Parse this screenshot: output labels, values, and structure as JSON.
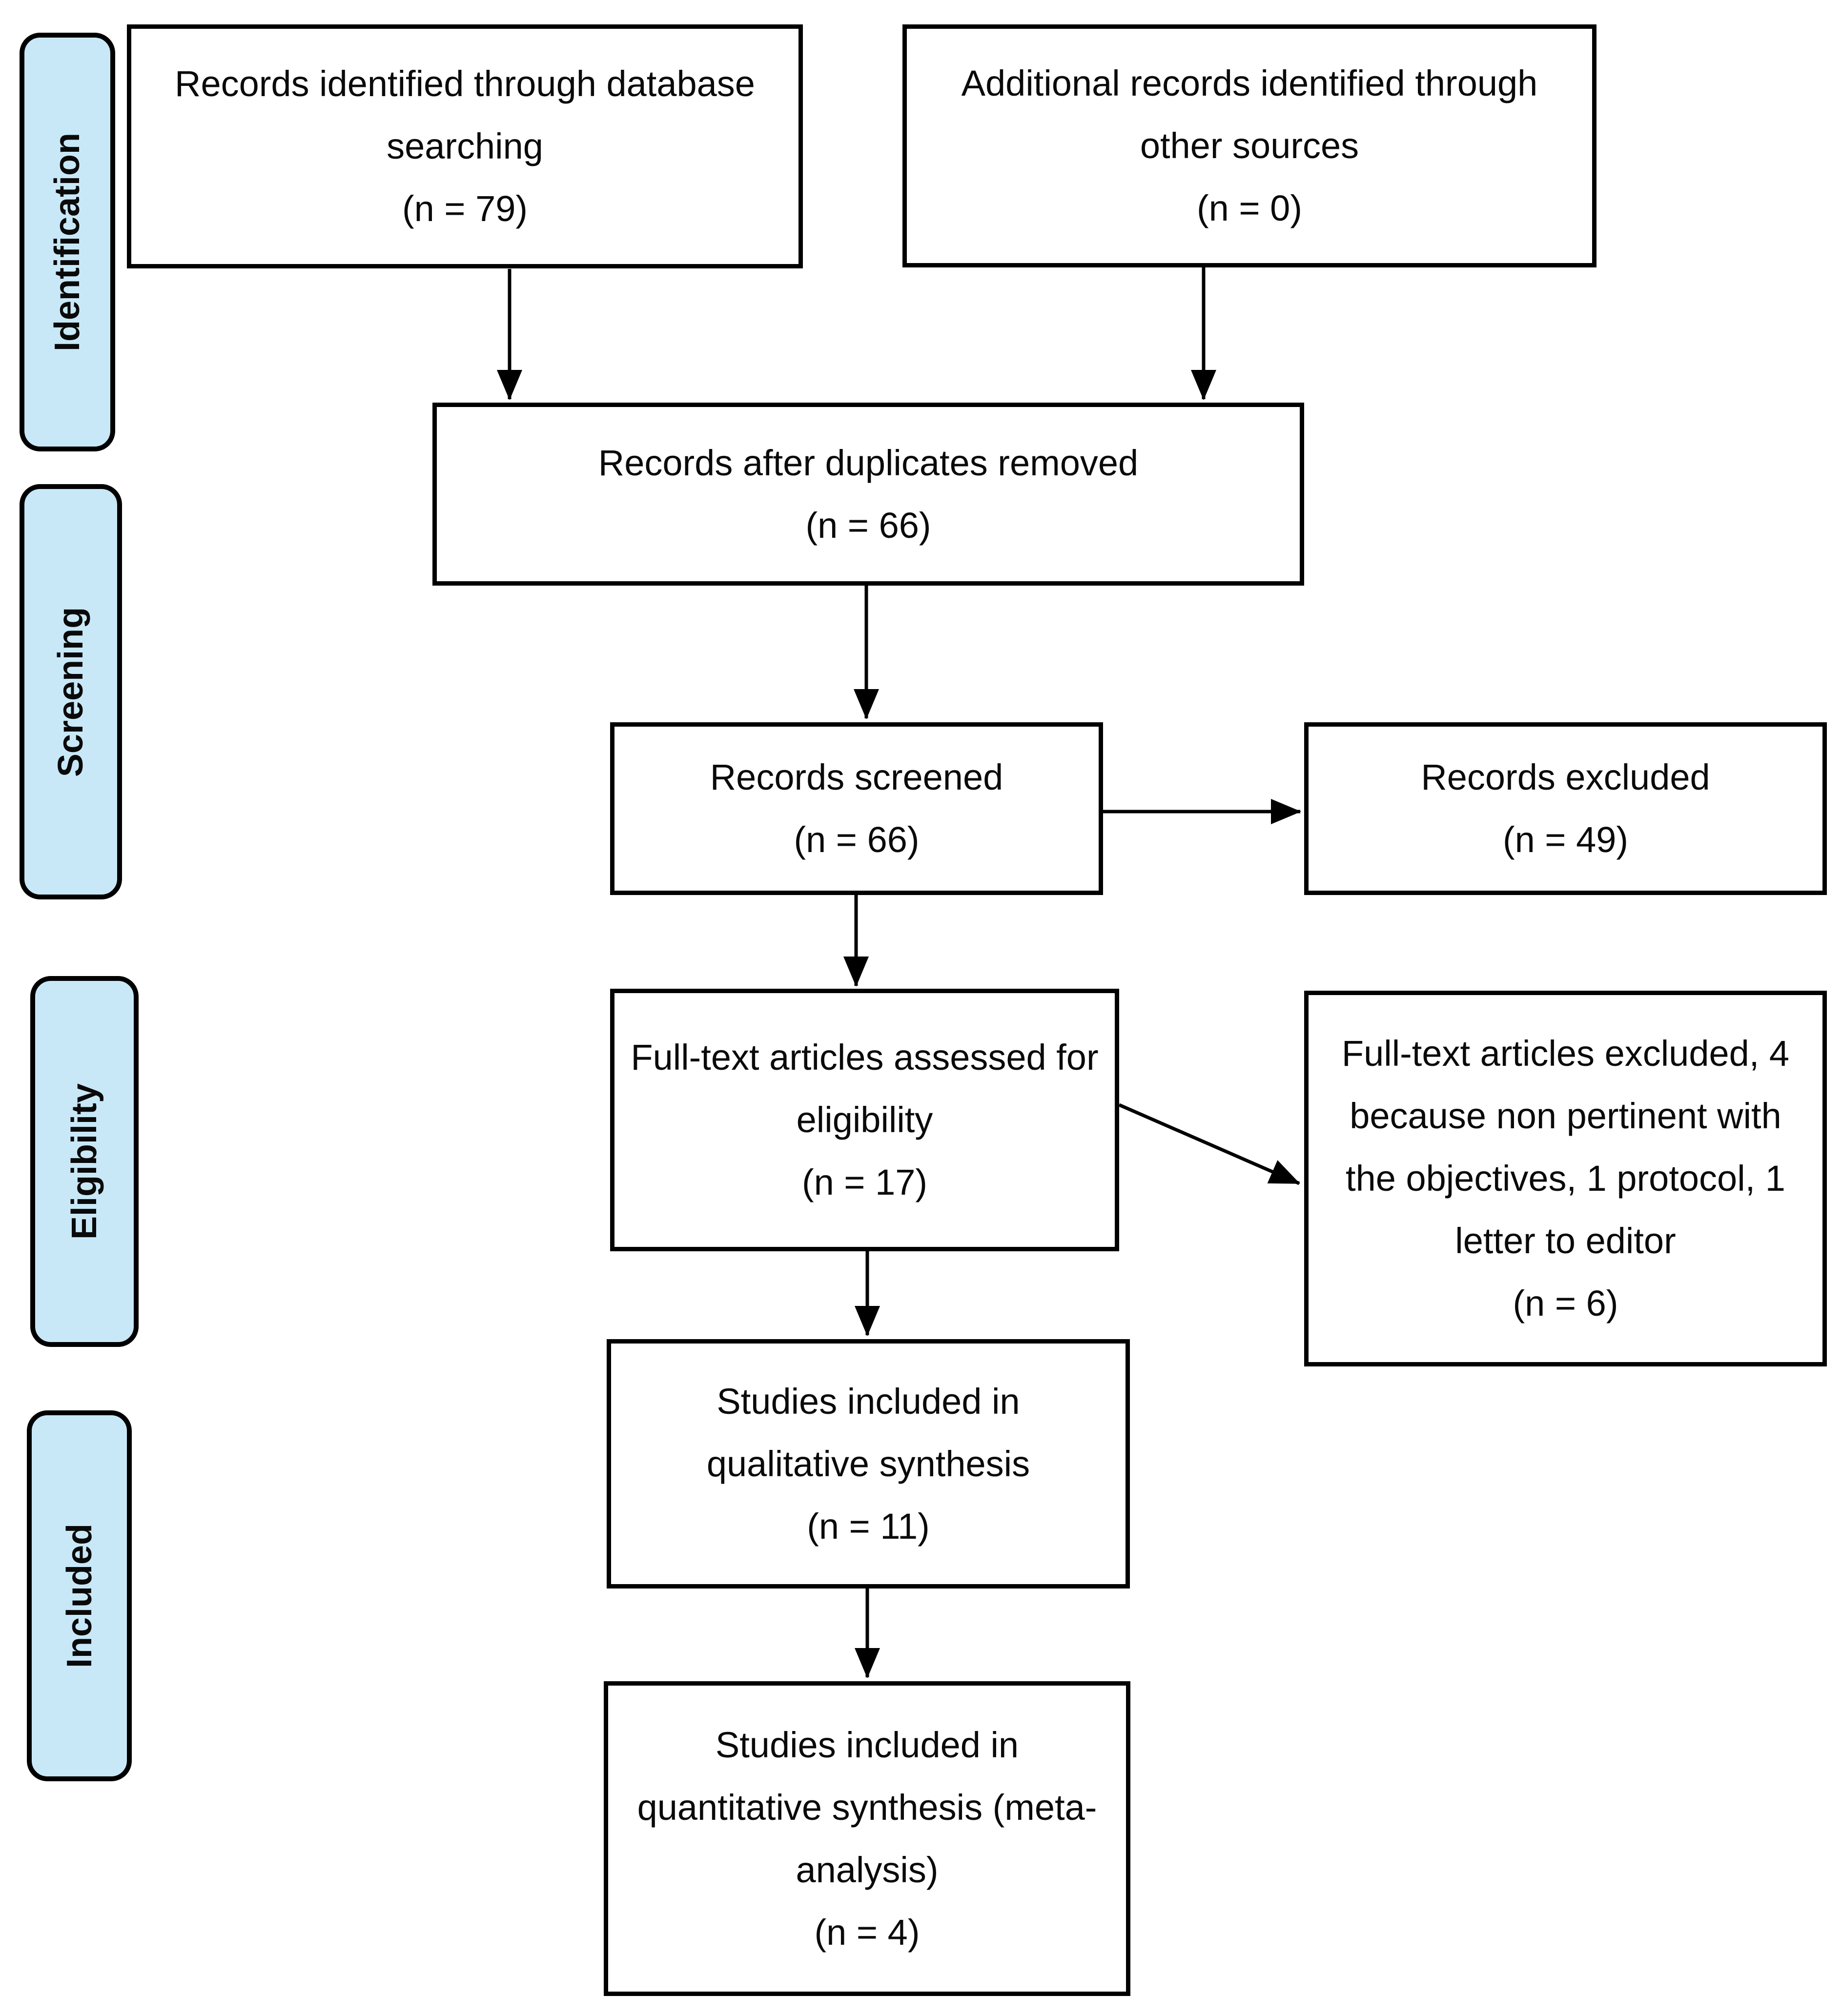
{
  "figure": {
    "type": "prisma-flow-diagram",
    "colors": {
      "stage_fill": "#C8E8F8",
      "box_fill": "#FFFFFF",
      "line": "#000000"
    },
    "stages": [
      {
        "label": "Identification"
      },
      {
        "label": "Screening"
      },
      {
        "label": "Eligibility"
      },
      {
        "label": "Included"
      }
    ],
    "boxes": [
      {
        "label": "Records identified through database\nsearching",
        "count": "(n = 79)"
      },
      {
        "label": "Additional records identified through\nother sources",
        "count": "(n = 0)"
      },
      {
        "label": "Records after duplicates removed",
        "count": "(n = 66)"
      },
      {
        "label": "Records screened",
        "count": "(n = 66)"
      },
      {
        "label": "Records excluded",
        "count": "(n = 49)"
      },
      {
        "label": "Full-text articles assessed for\neligibility",
        "count": "(n = 17)"
      },
      {
        "label": "Full-text articles excluded, 4\nbecause non pertinent with\nthe objectives, 1 protocol, 1\nletter to editor",
        "count": "(n = 6)"
      },
      {
        "label": "Studies included in\nqualitative synthesis",
        "count": "(n = 11)"
      },
      {
        "label": "Studies included in\nquantitative synthesis (meta-\nanalysis)",
        "count": "(n = 4)"
      }
    ]
  }
}
